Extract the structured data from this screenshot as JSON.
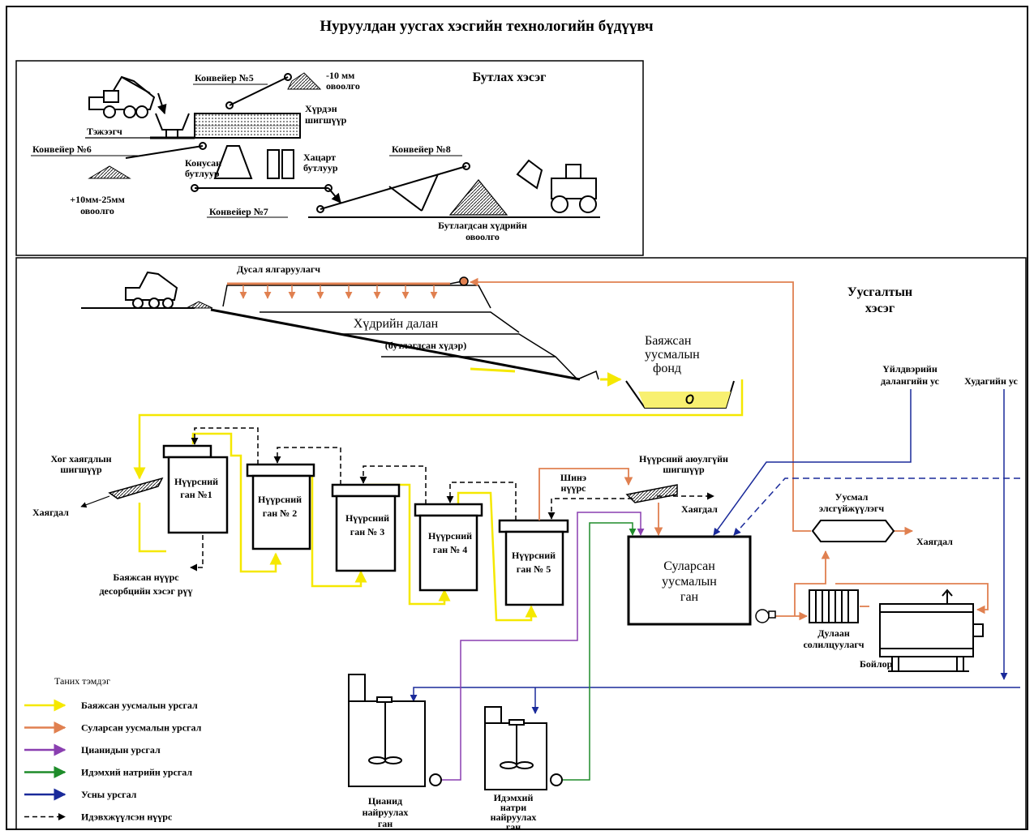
{
  "title": "Нуруулдан уусгах хэсгийн технологийн бүдүүвч",
  "colors": {
    "yellow": "#f5e800",
    "orange": "#e08050",
    "purple": "#8a3fb0",
    "green": "#1e8c2a",
    "blue": "#1a2a9a",
    "black": "#000000"
  },
  "crushing": {
    "header": "Бутлах хэсэг",
    "conveyor5": "Конвейер №5",
    "pile_small": [
      "-10 мм",
      "овоолго"
    ],
    "screen": [
      "Хүрдэн",
      "шигшүүр"
    ],
    "feeder": "Тэжээгч",
    "conveyor6": "Конвейер №6",
    "cone": [
      "Конусан",
      "бутлуур"
    ],
    "jaw": [
      "Хацарт",
      "бутлуур"
    ],
    "pile_mid": [
      "+10мм-25мм",
      "овоолго"
    ],
    "conveyor7": "Конвейер №7",
    "conveyor8": "Конвейер №8",
    "pile_crushed": [
      "Бутлагдсан хүдрийн",
      "овоолго"
    ]
  },
  "leaching": {
    "header": [
      "Уусгалтын",
      "хэсэг"
    ],
    "drip": "Дусал ялгаруулагч",
    "heap": "Хүдрийн далан",
    "heap_sub": "(бутлагдсан хүдэр)",
    "pregnant_pond": [
      "Баяжсан",
      "уусмалын",
      "фонд"
    ],
    "industrial_water": [
      "Үйлдвэрийн",
      "далангийн ус"
    ],
    "well_water": "Худагийн ус",
    "trash_screen": [
      "Хог хаягдлын",
      "шигшүүр"
    ],
    "waste": "Хаягдал",
    "tank1": [
      "Нүүрсний",
      "ган №1"
    ],
    "tank2": [
      "Нүүрсний",
      "ган № 2"
    ],
    "tank3": [
      "Нүүрсний",
      "ган № 3"
    ],
    "tank4": [
      "Нүүрсний",
      "ган № 4"
    ],
    "tank5": [
      "Нүүрсний",
      "ган № 5"
    ],
    "loaded_carbon": [
      "Баяжсан нүүрс",
      "десорбцийн хэсэг рүү"
    ],
    "fresh_carbon": [
      "Шинэ",
      "нүүрс"
    ],
    "safety_screen": [
      "Нүүрсний аюулгүйн",
      "шигшүүр"
    ],
    "barren_tank": [
      "Суларсан",
      "уусмалын",
      "ган"
    ],
    "clarifier": [
      "Уусмал",
      "элсгүйжүүлэгч"
    ],
    "heat_exchanger": [
      "Дулаан",
      "солилцуулагч"
    ],
    "boiler": "Бойлор",
    "cyanide_tank": [
      "Цианид",
      "найруулах",
      "ган"
    ],
    "naoh_tank": [
      "Идэмхий",
      "натри",
      "найруулах",
      "ган"
    ]
  },
  "legend": {
    "title": "Таних тэмдэг",
    "items": [
      {
        "label": "Баяжсан уусмалын урсгал",
        "color": "#f5e800",
        "style": "solid"
      },
      {
        "label": "Суларсан уусмалын урсгал",
        "color": "#e08050",
        "style": "solid"
      },
      {
        "label": "Цианидын урсгал",
        "color": "#8a3fb0",
        "style": "solid"
      },
      {
        "label": "Идэмхий натрийн урсгал",
        "color": "#1e8c2a",
        "style": "solid"
      },
      {
        "label": "Усны урсгал",
        "color": "#1a2a9a",
        "style": "solid"
      },
      {
        "label": "Идэвхжүүлсэн нүүрс",
        "color": "#000000",
        "style": "dashed"
      }
    ]
  }
}
